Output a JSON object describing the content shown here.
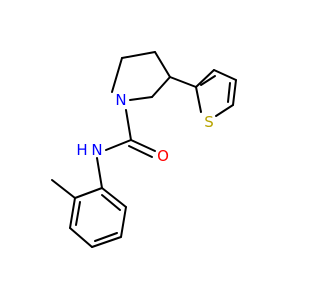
{
  "molecule": {
    "atoms": {
      "N_ring": {
        "label": "N",
        "color": "#0000ff"
      },
      "N_amide": {
        "label": "N",
        "color": "#0000ff"
      },
      "H_amide": {
        "label": "H",
        "color": "#0000ff"
      },
      "O": {
        "label": "O",
        "color": "#ff0000"
      },
      "S": {
        "label": "S",
        "color": "#b8a400"
      }
    },
    "bond_color": "#000000"
  }
}
